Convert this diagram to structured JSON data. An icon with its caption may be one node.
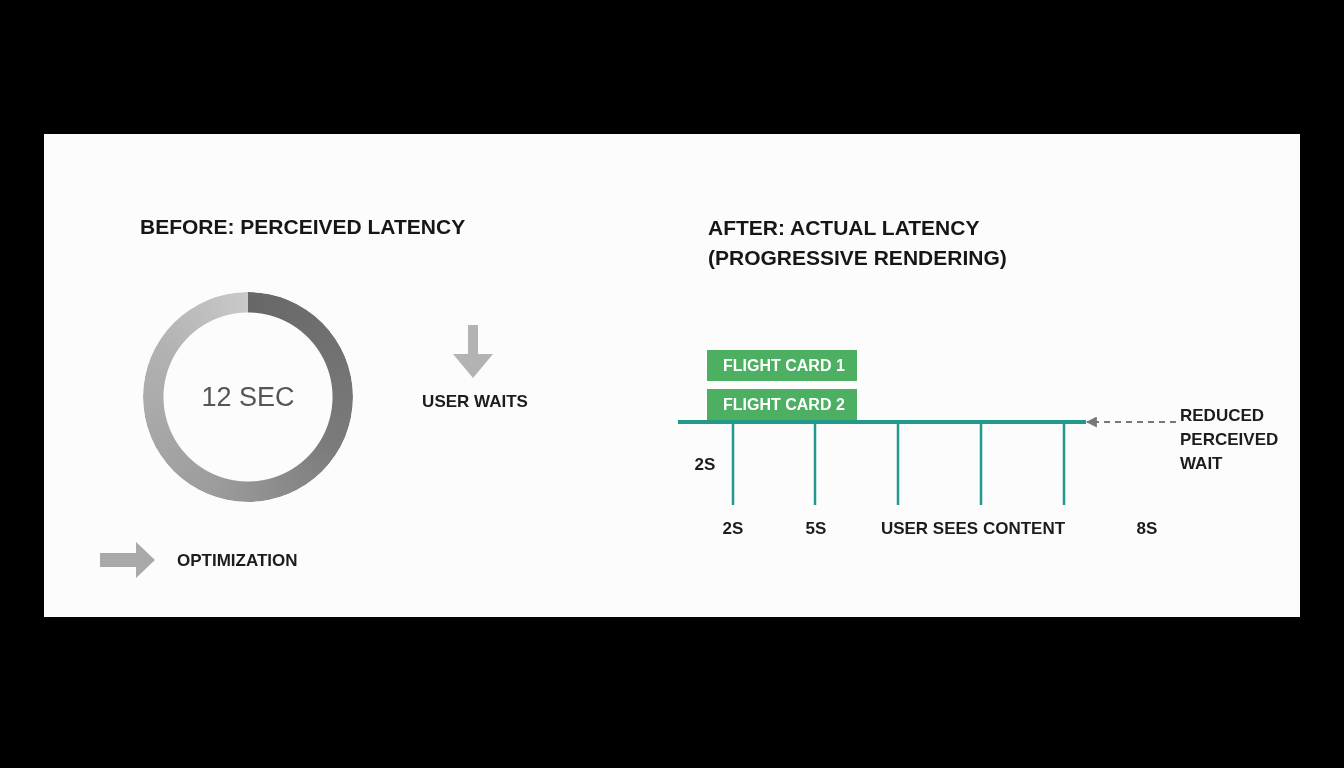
{
  "diagram": {
    "nodes": [
      {
        "text": [
          "12 SEC"
        ]
      },
      {
        "text": [
          "FLIGHT CARD 1"
        ]
      },
      {
        "text": [
          "FLIGHT CARD 2"
        ]
      },
      {
        "text": [],
        "shape": "bar"
      },
      {
        "text": [
          "REDUCED PERCEIVED WAIT"
        ]
      }
    ],
    "edges": [
      {
        "from": 4,
        "to": 3,
        "arrow": "to",
        "style": "dashed"
      }
    ],
    "labels": [
      "BEFORE: PERCEIVED LATENCY",
      "AFTER: ACTUAL LATENCY (PROGRESSIVE RENDERING)",
      "USER WAITS",
      "2S",
      "2S",
      "5S",
      "USER SEES CONTENT",
      "8S",
      "OPTIMIZATION"
    ]
  }
}
